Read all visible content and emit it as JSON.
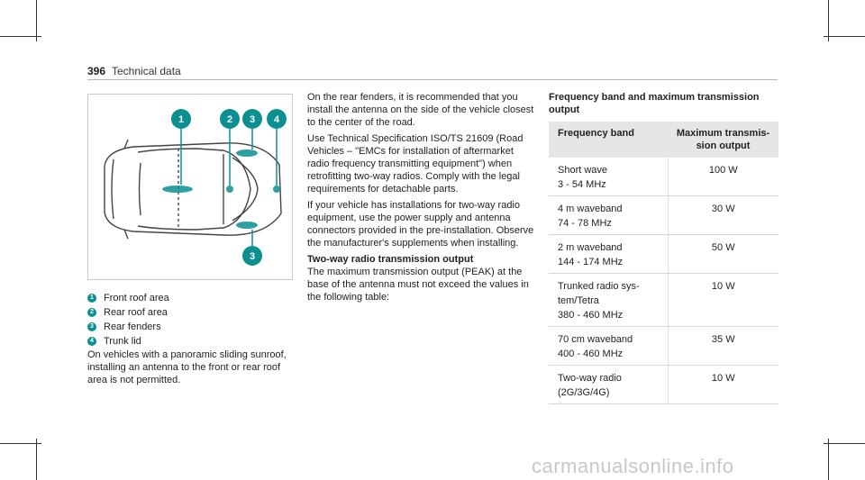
{
  "header": {
    "page_number": "396",
    "title": "Technical data"
  },
  "figure": {
    "callouts": [
      "1",
      "2",
      "3",
      "4",
      "3"
    ]
  },
  "legend": [
    {
      "num": "1",
      "label": "Front roof area"
    },
    {
      "num": "2",
      "label": "Rear roof area"
    },
    {
      "num": "3",
      "label": "Rear fenders"
    },
    {
      "num": "4",
      "label": "Trunk lid"
    }
  ],
  "col1_text": "On vehicles with a panoramic sliding sunroof, installing an antenna to the front or rear roof area is not permitted.",
  "col2": {
    "p1": "On the rear fenders, it is recommended that you install the antenna on the side of the vehicle closest to the center of the road.",
    "p2": "Use Technical Specification ISO/TS 21609 (Road Vehicles – \"EMCs for installation of aftermarket radio frequency transmitting equipment\") when retrofitting two-way radios. Comply with the legal requirements for detachable parts.",
    "p3": "If your vehicle has installations for two-way radio equipment, use the power supply and antenna connectors provided in the pre-installation. Observe the manufacturer's supplements when installing.",
    "heading": "Two-way radio transmission output",
    "p4": "The maximum transmission output (PEAK) at the base of the antenna must not exceed the values in the following table:"
  },
  "table": {
    "title": "Frequency band and maximum transmission output",
    "headers": [
      "Frequency band",
      "Maximum transmis-sion output"
    ],
    "rows": [
      {
        "band": "Short wave",
        "range": "3 - 54 MHz",
        "power": "100 W"
      },
      {
        "band": "4 m waveband",
        "range": "74 - 78 MHz",
        "power": "30 W"
      },
      {
        "band": "2 m waveband",
        "range": "144 - 174 MHz",
        "power": "50 W"
      },
      {
        "band": "Trunked radio sys-tem/Tetra",
        "range": "380 - 460 MHz",
        "power": "10 W"
      },
      {
        "band": "70 cm waveband",
        "range": "400 - 460 MHz",
        "power": "35 W"
      },
      {
        "band": "Two-way radio (2G/3G/4G)",
        "range": "",
        "power": "10 W"
      }
    ]
  },
  "watermark": "carmanualsonline.info",
  "colors": {
    "accent": "#0c8f91",
    "rule": "#b0b9c2",
    "header_fill": "#e6e6e6"
  }
}
